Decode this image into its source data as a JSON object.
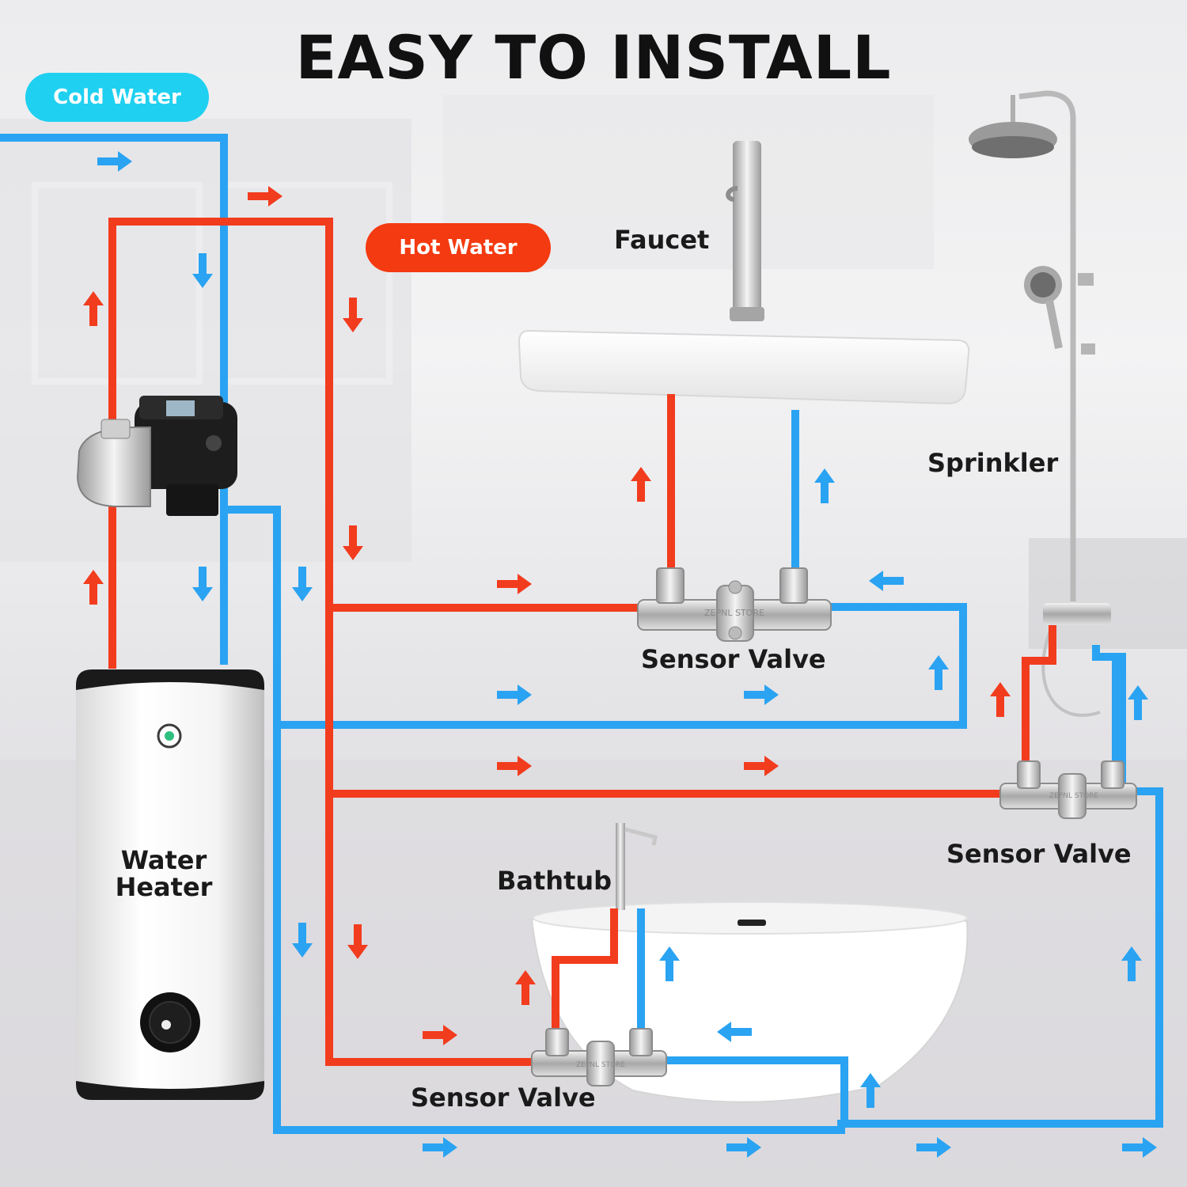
{
  "title": "EASY TO INSTALL",
  "legend": {
    "cold_water": "Cold Water",
    "hot_water": "Hot Water"
  },
  "labels": {
    "faucet": "Faucet",
    "sprinkler": "Sprinkler",
    "bathtub": "Bathtub",
    "water_heater_line1": "Water",
    "water_heater_line2": "Heater",
    "sensor_valve_faucet": "Sensor Valve",
    "sensor_valve_sprinkler": "Sensor Valve",
    "sensor_valve_bathtub": "Sensor Valve"
  },
  "valve_engraving": "ZEPNL STORE",
  "colors": {
    "cold_pipe": "#2aa3f2",
    "hot_pipe": "#f23c1e",
    "cold_pill": "#1fd0f0",
    "hot_pill": "#f43a10"
  }
}
